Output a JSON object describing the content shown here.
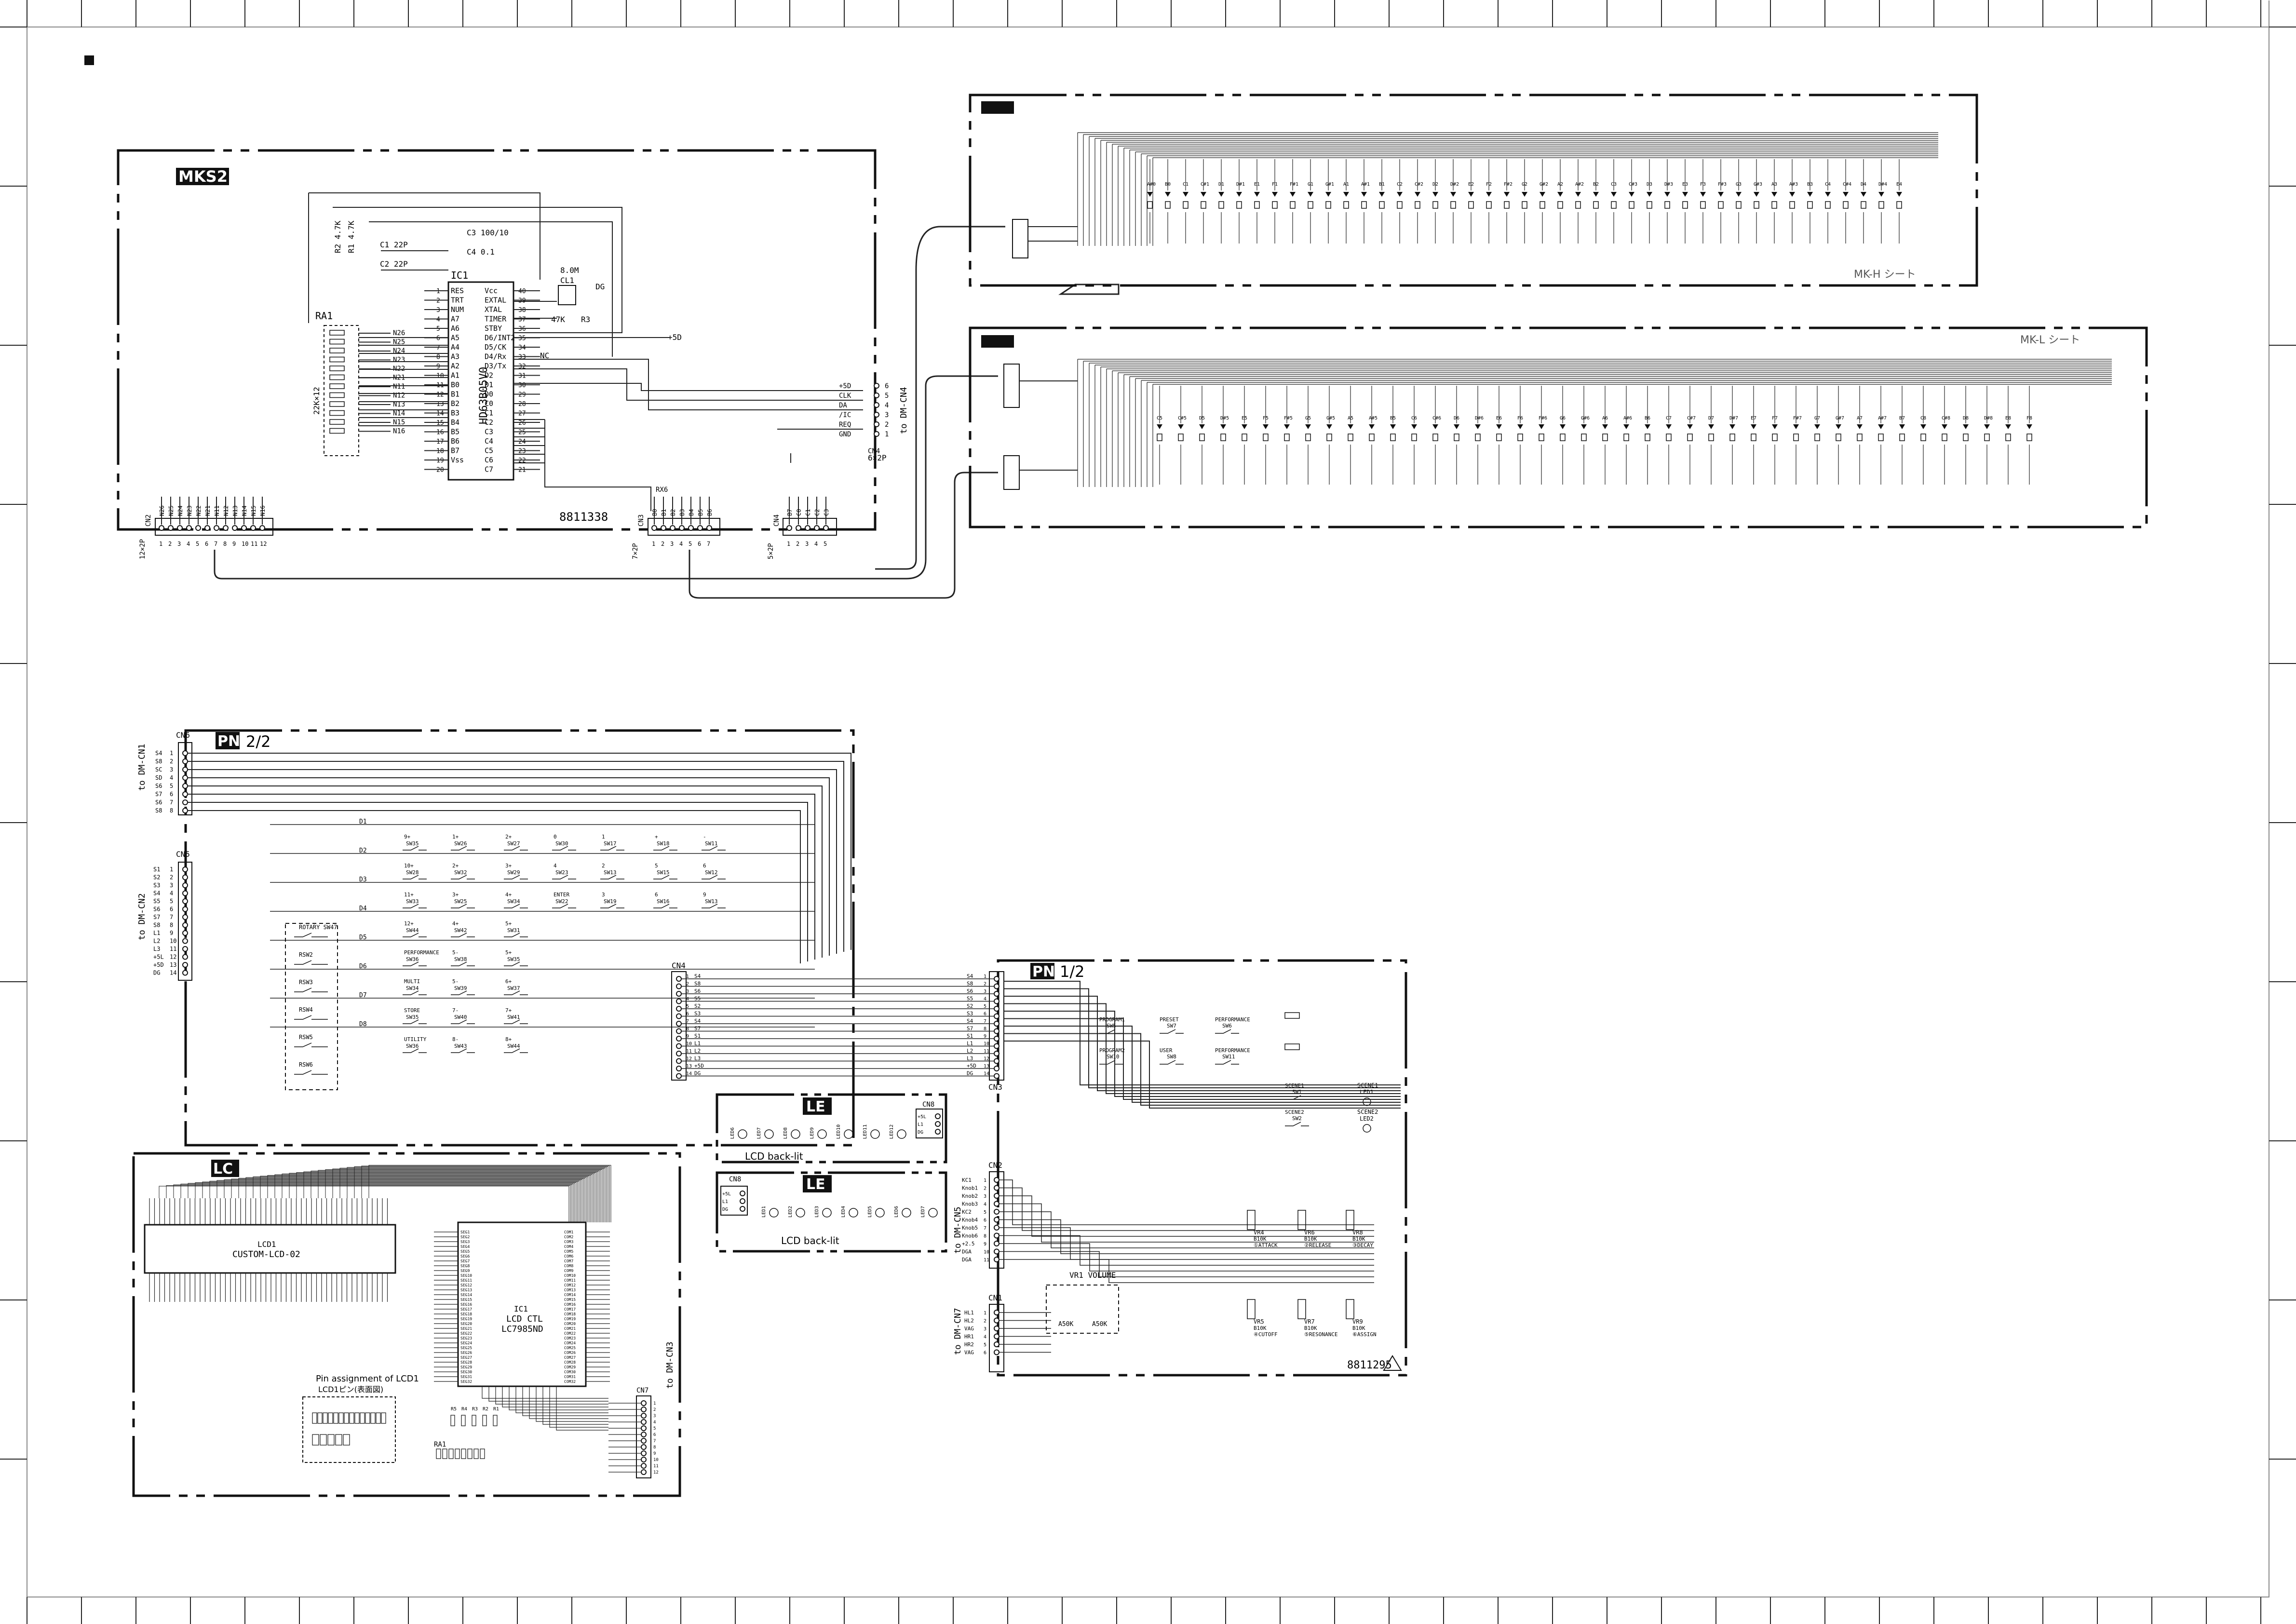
{
  "mks2": {
    "board_name": "MKS2",
    "part_number": "8811338",
    "ic_name": "IC1",
    "ic_part": "HD63B05V0",
    "ic_pins_left": [
      "RES",
      "TRT",
      "NUM",
      "A7",
      "A6",
      "A5",
      "A4",
      "A3",
      "A2",
      "A1",
      "B0",
      "B1",
      "B2",
      "B3",
      "B4",
      "B5",
      "B6",
      "B7",
      "Vss"
    ],
    "ic_pins_right": [
      "Vcc",
      "EXTAL",
      "XTAL",
      "TIMER",
      "STBY",
      "D6/INT2",
      "D5/CK",
      "D4/Rx",
      "D3/Tx",
      "D2",
      "D1",
      "D0",
      "C0",
      "C1",
      "C2",
      "C3",
      "C4",
      "C5",
      "C6",
      "C7"
    ],
    "pin_numbers_left": [
      "1",
      "2",
      "3",
      "4",
      "5",
      "6",
      "7",
      "8",
      "9",
      "10",
      "11",
      "12",
      "13",
      "14",
      "15",
      "16",
      "17",
      "18",
      "19",
      "20"
    ],
    "pin_numbers_right": [
      "40",
      "39",
      "38",
      "37",
      "36",
      "35",
      "34",
      "33",
      "32",
      "31",
      "30",
      "29",
      "28",
      "27",
      "26",
      "25",
      "24",
      "23",
      "22",
      "21"
    ],
    "n_labels": [
      "N26",
      "N25",
      "N24",
      "N23",
      "N22",
      "N21",
      "N11",
      "N12",
      "N13",
      "N14",
      "N15",
      "N16"
    ],
    "components": {
      "c3": "C3  100/10",
      "c4": "C4  0.1",
      "c1": "C1  22P",
      "c2": "C2  22P",
      "r2": "R2 4.7K",
      "r1": "R1 4.7K",
      "cl1": "CL1",
      "cl1_freq": "8.0M",
      "r3": "R3",
      "r3_val": "47K",
      "ra1": "RA1",
      "ra1_val": "22K×12",
      "nc": "NC",
      "plus5v": "+5D",
      "dg": "DG"
    },
    "cn4_pins": [
      "+5D",
      "CLK",
      "DA",
      "/IC",
      "REQ",
      "GND"
    ],
    "cn4_nums": [
      "6",
      "5",
      "4",
      "3",
      "2",
      "1"
    ],
    "cn4_label": "CN4",
    "cn4_type": "6×2P",
    "cn4_dest": "to DM-CN4",
    "cn_left_label": "CN2",
    "cn_left_type": "12×2P",
    "cn_mid_label": "CN3",
    "cn_mid_type": "7×2P",
    "cn_right_label": "CN4",
    "cn_right_type": "5×2P",
    "rx_label": "RX6"
  },
  "mkh": {
    "label": "MK-H シート"
  },
  "mkl": {
    "label": "MK-L シート"
  },
  "pn22": {
    "board_name": "PN",
    "page": "2/2",
    "cn6_label": "CN6",
    "cn6_dest": "to DM-CN1",
    "cn6_pins": [
      "S4",
      "S8",
      "SC",
      "SD",
      "S6",
      "S7",
      "S6",
      "S8"
    ],
    "cn5_label": "CN5",
    "cn5_dest": "to DM-CN2",
    "cn5_pins": [
      "S1",
      "S2",
      "S3",
      "S4",
      "S5",
      "S6",
      "S7",
      "S8",
      "L1",
      "L2",
      "L3",
      "+5L",
      "+5D",
      "DG"
    ],
    "d_labels": [
      "D1",
      "D2",
      "D3",
      "D4",
      "D5",
      "D6",
      "D7",
      "D8"
    ],
    "rows": [
      [
        "9+ SW35",
        "1+ SW26",
        "2+ SW27",
        "0 SW30",
        "1 SW17",
        "+ SW18",
        "- SW11"
      ],
      [
        "10+ SW28",
        "2+ SW32",
        "3+ SW29",
        "4 SW23",
        "2 SW13",
        "5 SW15",
        "6 SW12"
      ],
      [
        "11+ SW33",
        "3+ SW25",
        "4+ SW34",
        "ENTER SW22",
        "3 SW19",
        "6 SW16",
        "9 SW13"
      ],
      [
        "12+ SW44",
        "4+ SW42",
        "5+ SW31",
        "",
        "",
        "",
        ""
      ],
      [
        "PERFORMANCE SW36",
        "5- SW38",
        "5+ SW35",
        "",
        "",
        "",
        ""
      ],
      [
        "MULTI SW34",
        "5- SW39",
        "6+ SW37",
        "",
        "",
        "",
        ""
      ],
      [
        "STORE SW35",
        "7- SW40",
        "7+ SW41",
        "",
        "",
        "",
        ""
      ],
      [
        "UTILITY SW36",
        "8- SW43",
        "8+ SW44",
        "",
        "",
        "",
        ""
      ]
    ],
    "rotary_labels": [
      "ROTARY SW47",
      "RSW2",
      "RSW3",
      "RSW4",
      "RSW5",
      "RSW6"
    ],
    "cn4_label": "CN4"
  },
  "pn12": {
    "board_name": "PN",
    "page": "1/2",
    "part_number": "8811295",
    "cn1_label": "CN1",
    "cn2_label": "CN2",
    "cn3_label": "CN3",
    "cn4_pins": [
      "S4",
      "S8",
      "S6",
      "S5",
      "S2",
      "S3",
      "S4",
      "S7",
      "S1",
      "L1",
      "L2",
      "L3",
      "+5D",
      "DG"
    ],
    "buttons": [
      "PROGRAM1 SW5",
      "PRESET SW7",
      "PERFORMANCE SW6",
      "PROGRAM2 SW10",
      "USER SW8",
      "PERFORMANCE SW11",
      "SCENE1 SW1",
      "SCENE2 SW2"
    ],
    "scene_leds": [
      "SCENE1 LED1",
      "SCENE2 LED2"
    ],
    "cn2_dest": "to DM-CN5",
    "cn2_pins": [
      "KC1",
      "Knob1",
      "Knob2",
      "Knob3",
      "KC2",
      "Knob4",
      "Knob5",
      "Knob6",
      "+2.5",
      "DGA",
      "DGA"
    ],
    "cn1_dest": "to DM-CN7",
    "cn1_pins": [
      "HL1",
      "HL2",
      "VAG",
      "HR1",
      "HR2",
      "VAG"
    ],
    "vr_top": [
      "VR4 B10K ①ATTACK",
      "VR6 B10K ②RELEASE",
      "VR8 B10K ③DECAY"
    ],
    "vr_bottom": [
      "VR5 B10K ④CUTOFF",
      "VR7 B10K ⑤RESONANCE",
      "VR9 B10K ⑥ASSIGN"
    ],
    "vr1": "VR1 VOLUME",
    "vr1_vals": [
      "A50K",
      "A50K"
    ]
  },
  "le1": {
    "board_name": "LE",
    "caption": "LCD back-lit",
    "cn_label": "CN8",
    "leds": [
      "LED6",
      "LED7",
      "LED8",
      "LED9",
      "LED10",
      "LED11",
      "LED12"
    ],
    "pins": [
      "+5L",
      "L1",
      "DG"
    ]
  },
  "le2": {
    "board_name": "LE",
    "caption": "LCD back-lit",
    "cn_label": "CN8",
    "leds": [
      "LED1",
      "LED2",
      "LED3",
      "LED4",
      "LED5",
      "LED6",
      "LED7"
    ],
    "pins": [
      "+5L",
      "L1",
      "DG"
    ]
  },
  "lc": {
    "board_name": "LC",
    "lcd_ref": "LCD1",
    "lcd_name": "CUSTOM-LCD-02",
    "ic_ref": "IC1",
    "ic_name": "LCD CTL",
    "ic_part": "LC7985ND",
    "pin_title": "Pin assignment of LCD1",
    "pin_title_jp": "LCD1ピン(表面図)",
    "cn_label": "CN7",
    "cn_dest": "to DM-CN3",
    "ra_label": "RA1",
    "r_labels": [
      "R5",
      "R4",
      "R3",
      "R2",
      "R1"
    ]
  }
}
